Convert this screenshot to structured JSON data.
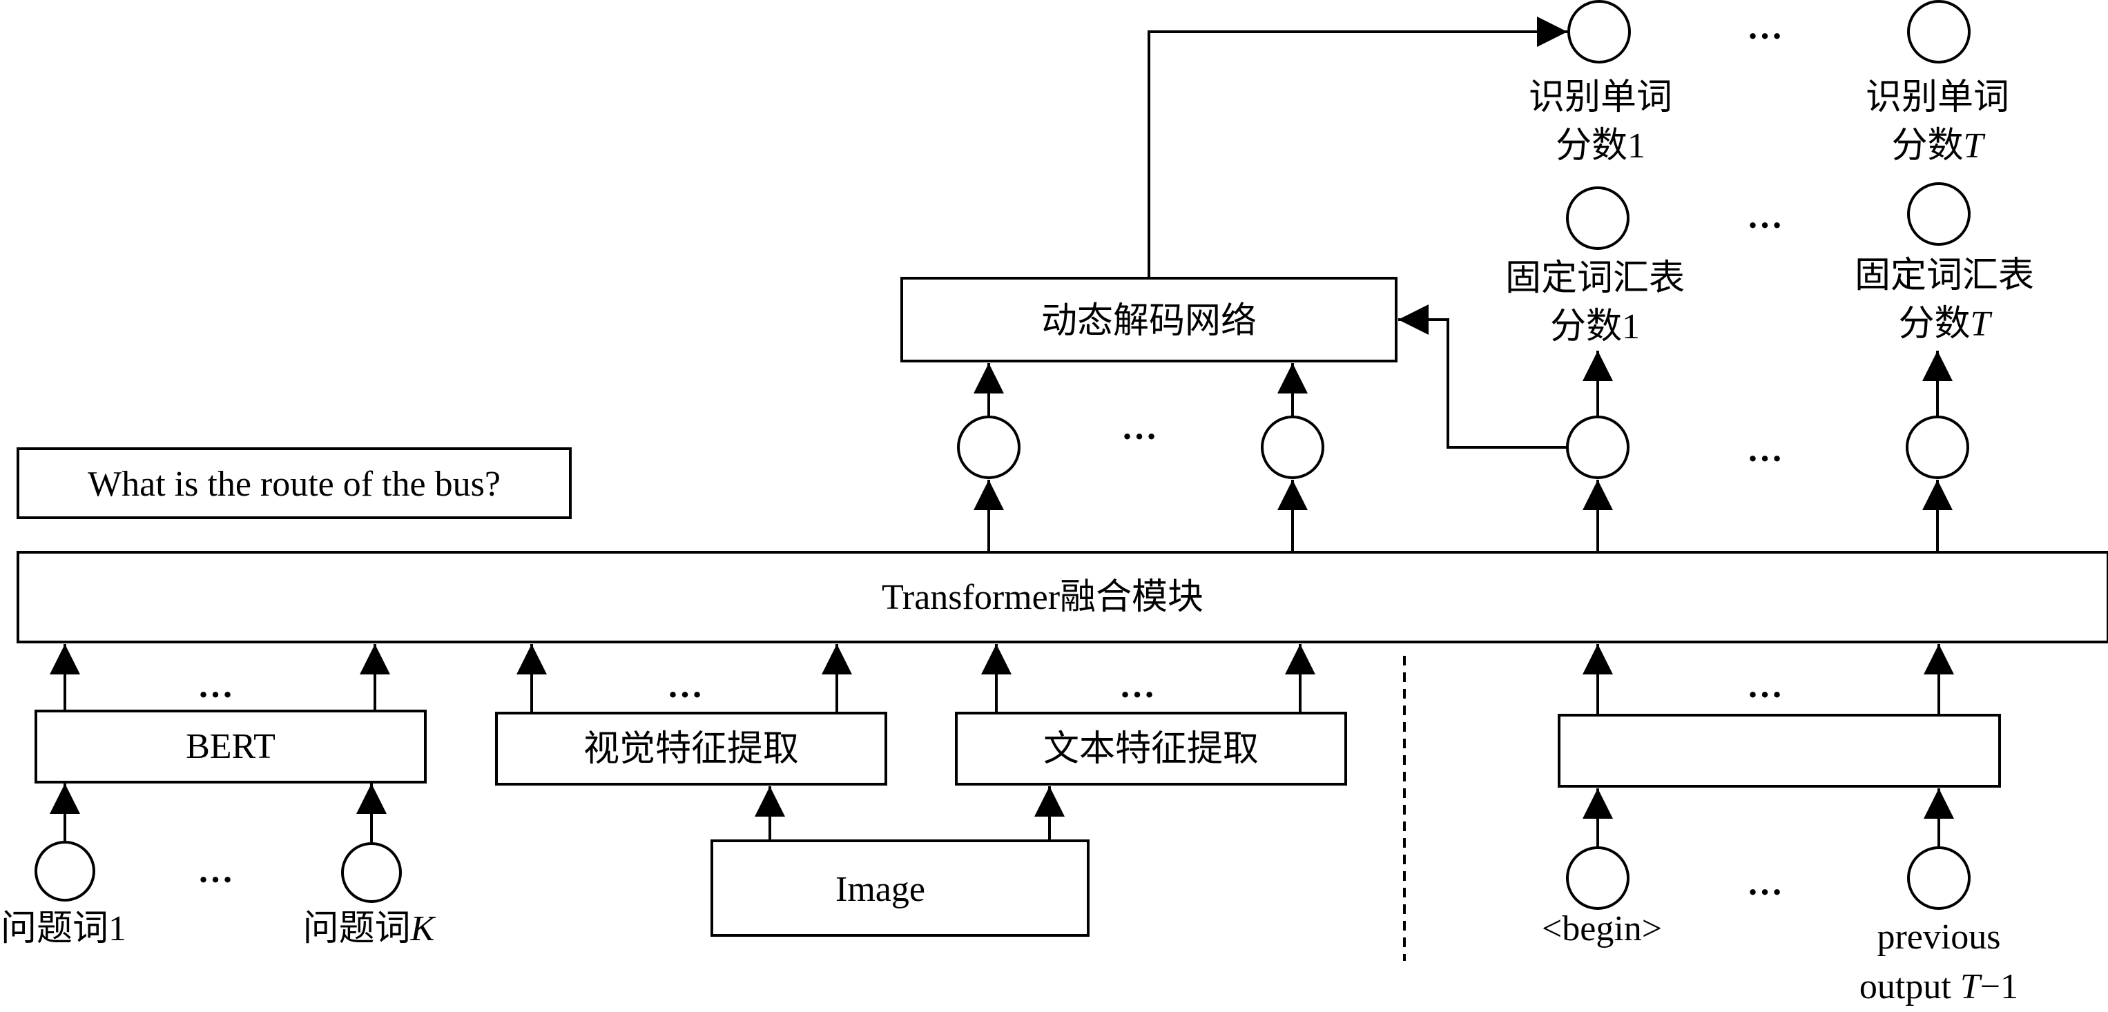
{
  "question_text": "What is the route of the bus?",
  "fusion_label": "Transformer融合模块",
  "decoder_label": "动态解码网络",
  "encoders": {
    "bert": "BERT",
    "visual": "视觉特征提取",
    "text": "文本特征提取"
  },
  "image_label": "Image",
  "ellipsis": "…",
  "inputs": {
    "word_first_prefix": "问题词",
    "word_first_index": "1",
    "word_last_prefix": "问题词",
    "word_last_index": "K",
    "begin": "<begin>",
    "prev_line1": "previous",
    "prev_line2_prefix": "output ",
    "prev_line2_var": "T",
    "prev_line2_suffix": "−1"
  },
  "outputs": {
    "recog_line1": "识别单词",
    "recog_line2_prefix": "分数",
    "first_index": "1",
    "last_index": "T",
    "vocab_line1": "固定词汇表",
    "vocab_line2_prefix": "分数"
  }
}
